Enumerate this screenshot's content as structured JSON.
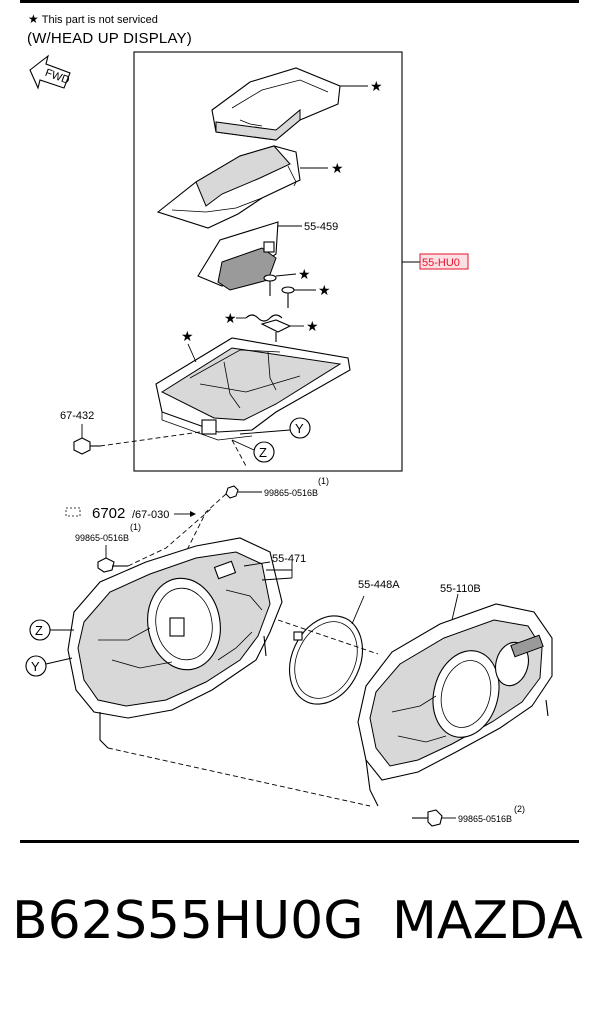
{
  "header": {
    "service_note": "This part is not serviced",
    "star_symbol": "★",
    "variant": "(W/HEAD UP DISPLAY)",
    "fwd_label": "FWD"
  },
  "callouts": {
    "hud_assembly": "55-HU0",
    "combiner": "55-459",
    "bolt_left": "67-432",
    "screw_top": "99865-0516B",
    "screw_top_qty": "(1)",
    "screw_left_prefix": "6702",
    "screw_left_ref": "/67-030",
    "screw_left_qty": "(1)",
    "screw_left": "99865-0516B",
    "meter_case": "55-471",
    "lens": "55-448A",
    "panel": "55-110B",
    "screw_bottom_qty": "(2)",
    "screw_bottom": "99865-0516B",
    "marker_y": "Y",
    "marker_z": "Z"
  },
  "footer": {
    "part_number": "B62S55HU0G",
    "brand": "MAZDA"
  },
  "colors": {
    "line": "#000000",
    "highlight": "#e8102a",
    "highlight_fill": "#fbe0e3"
  }
}
